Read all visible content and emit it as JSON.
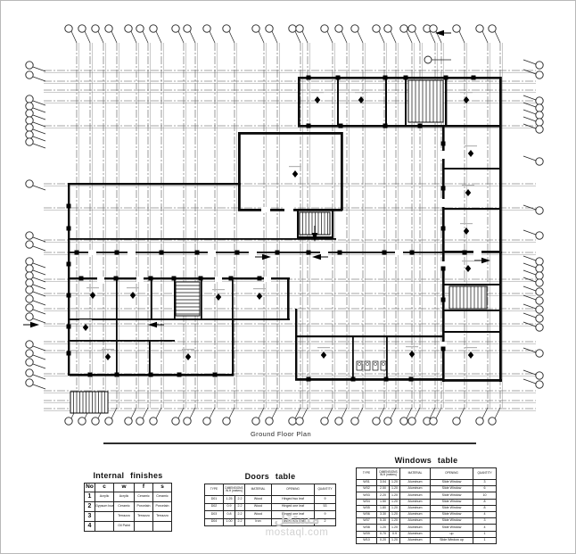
{
  "plan": {
    "title": "Ground Floor Plan"
  },
  "watermark": {
    "arabic": "مستقل",
    "domain": "mostaql.com"
  },
  "colors": {
    "line": "#111111",
    "grid": "#4a4a4a",
    "watermark": "#cccccc"
  },
  "tables": {
    "finishes": {
      "title": "Internal finishes",
      "headers": [
        "No",
        "c",
        "w",
        "f",
        "s"
      ],
      "rows": [
        [
          "1",
          "Acrylic",
          "Acrylic",
          "Ceramic",
          "Ceramic"
        ],
        [
          "2",
          "Gypsum board",
          "Ceramic",
          "Porcelain",
          "Porcelain"
        ],
        [
          "3",
          "",
          "Terrazzo",
          "Terrazzo",
          "Terrazzo"
        ],
        [
          "4",
          "",
          "Oil Paint",
          "",
          ""
        ]
      ]
    },
    "doors": {
      "title": "Doors table",
      "headers": [
        "TYPE",
        "DIMENSIONS W.H (meters)",
        "MATERIAL",
        "OPENING",
        "QUANTITY"
      ],
      "rows": [
        [
          "D01",
          "1.25",
          "2.2",
          "Wood",
          "Hinged two leaf",
          "9"
        ],
        [
          "D02",
          "0.9",
          "2.2",
          "Wood",
          "Hinged one leaf",
          "53"
        ],
        [
          "D03",
          "0.8",
          "2.2",
          "Wood",
          "Hinged one leaf",
          "9"
        ],
        [
          "D04",
          "1.00",
          "2.2",
          "Iron",
          "Hinged two leaf",
          "2"
        ]
      ]
    },
    "windows": {
      "title": "Windows table",
      "headers": [
        "TYPE",
        "DIMENSIONS W.H (meters)",
        "MATERIAL",
        "OPENING",
        "QUANTITY"
      ],
      "rows": [
        [
          "W01",
          "3.04",
          "1.20",
          "Aluminum",
          "Slide Window",
          "3"
        ],
        [
          "W02",
          "2.50",
          "1.20",
          "Aluminum",
          "Slide Window",
          "6"
        ],
        [
          "W03",
          "2.20",
          "1.20",
          "Aluminum",
          "Slide Window",
          "10"
        ],
        [
          "W04",
          "1.50",
          "1.20",
          "Aluminum",
          "Slide Window",
          "8"
        ],
        [
          "W05",
          "1.80",
          "1.20",
          "Aluminum",
          "Slide Window",
          "8"
        ],
        [
          "W06",
          "3.30",
          "1.20",
          "Aluminum",
          "Slide Window",
          "4"
        ],
        [
          "W07",
          "5.30",
          "1.20",
          "Aluminum",
          "Slide Window",
          "3"
        ],
        [
          "W08",
          "1.20",
          "1.20",
          "Aluminum",
          "Slide Window",
          "4"
        ],
        [
          "W09",
          "0.70",
          "0.9",
          "Aluminum",
          "up",
          "1"
        ],
        [
          "W10",
          "0.20",
          "1.20",
          "Aluminum",
          "Slide Window up",
          "1"
        ]
      ]
    }
  }
}
